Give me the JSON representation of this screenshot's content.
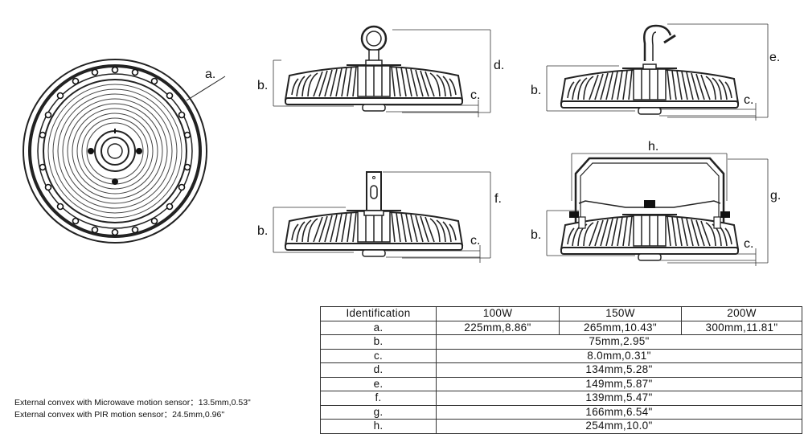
{
  "labels": {
    "a": "a.",
    "b": "b.",
    "c": "c.",
    "d": "d.",
    "e": "e.",
    "f": "f.",
    "g": "g.",
    "h": "h."
  },
  "table": {
    "header": [
      "Identification",
      "100W",
      "150W",
      "200W"
    ],
    "rows": [
      {
        "id": "a.",
        "values": [
          "225mm,8.86\"",
          "265mm,10.43\"",
          "300mm,11.81\""
        ]
      },
      {
        "id": "b.",
        "value": "75mm,2.95\""
      },
      {
        "id": "c.",
        "value": "8.0mm,0.31\""
      },
      {
        "id": "d.",
        "value": "134mm,5.28\""
      },
      {
        "id": "e.",
        "value": "149mm,5.87\""
      },
      {
        "id": "f.",
        "value": "139mm,5.47\""
      },
      {
        "id": "g.",
        "value": "166mm,6.54\""
      },
      {
        "id": "h.",
        "value": "254mm,10.0\""
      }
    ]
  },
  "notes": {
    "microwave": "External convex with Microwave motion sensor：13.5mm,0.53\"",
    "pir": "External convex with PIR motion sensor：24.5mm,0.96\""
  }
}
